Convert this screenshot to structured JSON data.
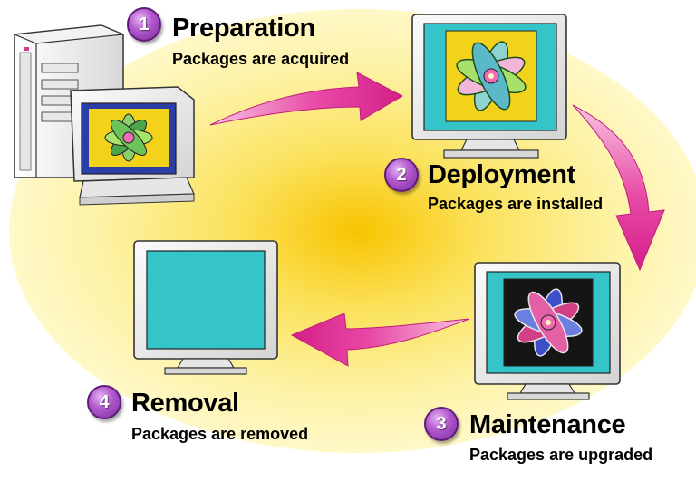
{
  "colors": {
    "glow_center": "#f8c400",
    "glow_edge": "#ffffc8",
    "arrow": "#e0359a",
    "badge": "#9b45c2",
    "screen": "#35c4c8"
  },
  "steps": [
    {
      "number": "1",
      "title": "Preparation",
      "subtitle": "Packages are acquired",
      "icon": "server-with-monitor-icon"
    },
    {
      "number": "2",
      "title": "Deployment",
      "subtitle": "Packages are installed",
      "icon": "monitor-with-flower-icon"
    },
    {
      "number": "3",
      "title": "Maintenance",
      "subtitle": "Packages are upgraded",
      "icon": "monitor-with-blue-flower-icon"
    },
    {
      "number": "4",
      "title": "Removal",
      "subtitle": "Packages are removed",
      "icon": "empty-monitor-icon"
    }
  ]
}
